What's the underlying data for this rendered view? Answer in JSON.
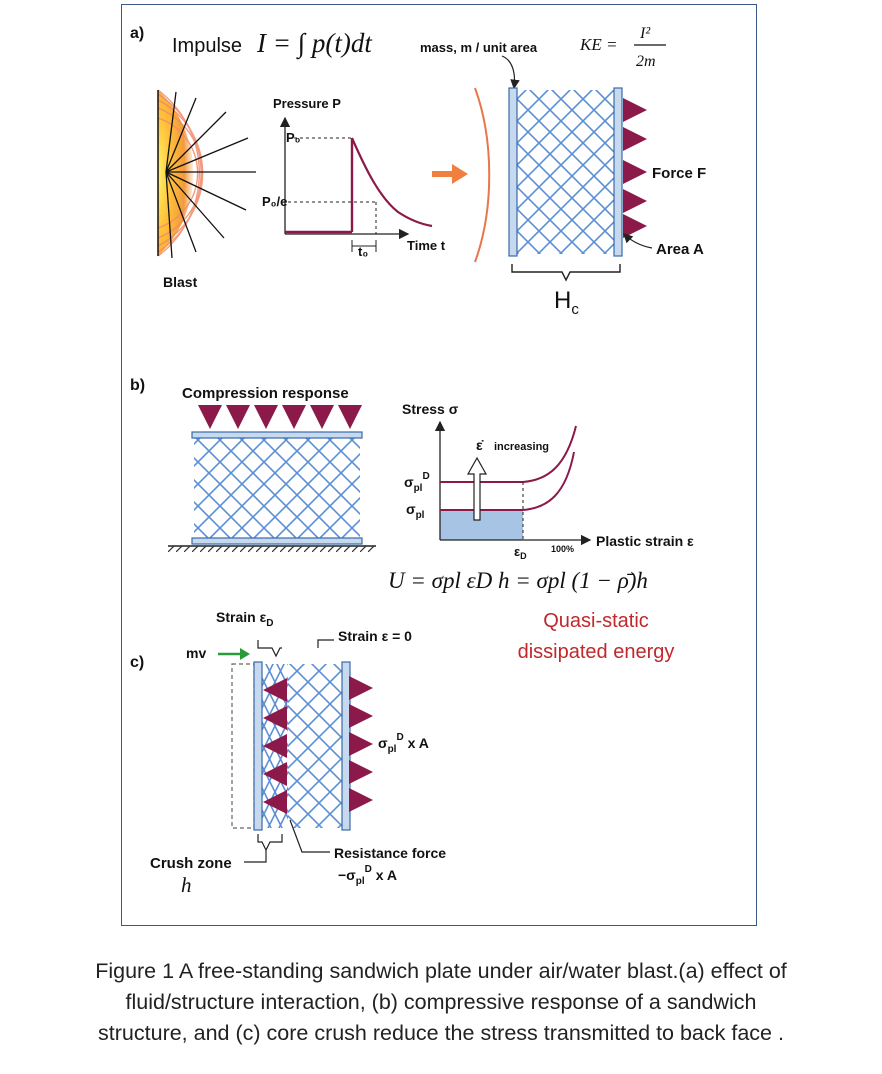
{
  "panel_a": {
    "label": "a)",
    "impulse_word": "Impulse",
    "impulse_formula": "I = ∫ p(t)dt",
    "mass_label": "mass, m / unit area",
    "ke_left": "KE =",
    "ke_num": "I²",
    "ke_den": "2m",
    "pressure_axis": "Pressure P",
    "p0": "P₀",
    "p0e": "P₀/e",
    "t0": "t₀",
    "time_axis": "Time t",
    "blast": "Blast",
    "force": "Force  F",
    "area": "Area  A",
    "hc": "Hc"
  },
  "panel_b": {
    "label": "b)",
    "compression": "Compression response",
    "stress_axis": "Stress σ",
    "rate": "ε̇",
    "increasing": "increasing",
    "sigma_pl_D": "σplD",
    "sigma_pl": "σpl",
    "eps_D": "εD",
    "hundred": "100%",
    "strain_axis": "Plastic strain ε",
    "equation": "U = σpl εD h = σpl (1 − ρ̄)h",
    "quasi_line1": "Quasi-static",
    "quasi_line2": "dissipated energy"
  },
  "panel_c": {
    "label": "c)",
    "strain_D": "Strain εD",
    "strain_zero": "Strain ε = 0",
    "mv": "mv",
    "force_right": "σplD x A",
    "crush_zone": "Crush zone",
    "h": "h",
    "resistance": "Resistance force",
    "resistance_val": "−σplD x A"
  },
  "caption": {
    "line1": "Figure 1  A free-standing sandwich plate under air/water blast.(a) effect of",
    "line2": "fluid/structure interaction, (b) compressive  response of a sandwich",
    "line3": "structure, and (c) core crush reduce the stress transmitted to back face ."
  },
  "colors": {
    "frame": "#3a5a86",
    "lattice": "#5b8fd6",
    "arrow_maroon": "#8b1a4a",
    "blast_orange": "#f08040",
    "quasi_red": "#c0282c",
    "mv_green": "#2a9a3a",
    "fill_blue": "#a8c4e4"
  }
}
